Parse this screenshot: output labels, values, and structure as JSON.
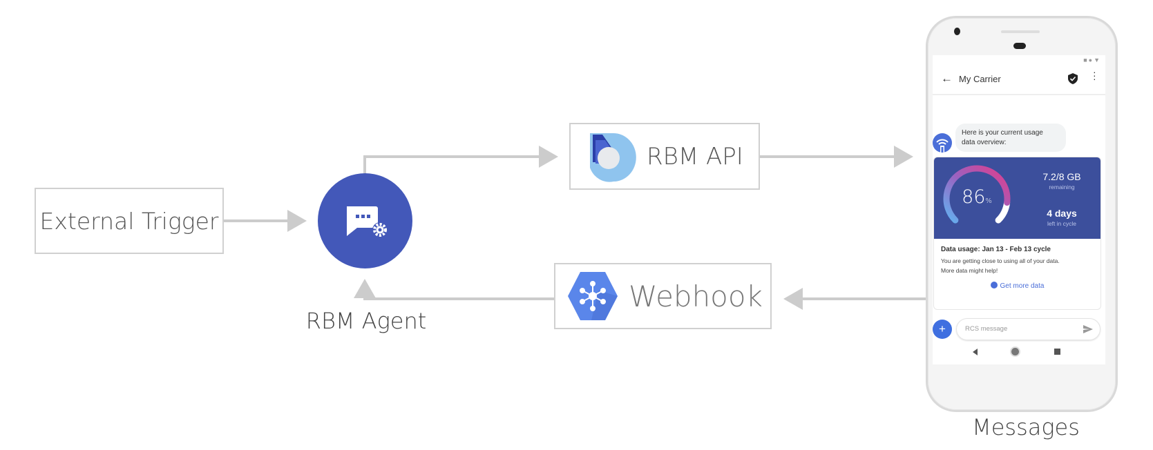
{
  "nodes": {
    "external_trigger": "External Trigger",
    "rbm_agent": "RBM Agent",
    "rbm_api": "RBM API",
    "webhook": "Webhook",
    "messages": "Messages"
  },
  "colors": {
    "agent": "#4358b9",
    "arrow": "#cccccc",
    "card_blue": "#3c4f9c",
    "accent": "#4a7be0"
  },
  "phone": {
    "header_title": "My Carrier",
    "bubble_text_line1": "Here is your current usage",
    "bubble_text_line2": "data overview:",
    "card": {
      "gauge_percent": 86,
      "gauge_value": "86",
      "gauge_unit": "%",
      "data_value": "7.2/8 GB",
      "data_caption": "remaining",
      "days_value": "4 days",
      "days_caption": "left in cycle",
      "title": "Data usage: Jan 13 - Feb 13 cycle",
      "body_line1": "You are getting close to using all of your data.",
      "body_line2": "More data might help!",
      "action": "Get more data"
    },
    "input_placeholder": "RCS message",
    "icons": [
      "back-arrow-icon",
      "verified-shield-icon",
      "more-vert-icon",
      "wifi-avatar-icon",
      "globe-icon",
      "plus-icon",
      "send-icon",
      "nav-back-icon",
      "nav-home-icon",
      "nav-recents-icon"
    ]
  }
}
